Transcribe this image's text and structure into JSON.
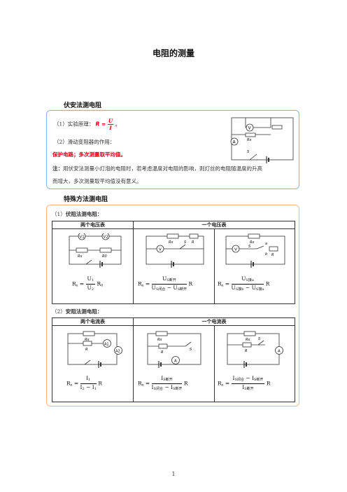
{
  "page": {
    "title": "电阻的测量",
    "number": "1"
  },
  "section1": {
    "title": "伏安法测电阻",
    "principle_label": "（1）实验原理：",
    "principle_formula": {
      "lhs": "R =",
      "num": "U",
      "den": "I",
      "tail": "。"
    },
    "rheostat_label": "（2）滑动变阻器的作用：",
    "rheostat_roles": "保护电路；多次测量取平均值。",
    "note_label": "注：",
    "note_line1": "用伏安法测量小灯泡的电阻时，若考虑温度对电阻的影响，则灯丝的电阻随温度的升高",
    "note_line2": "而增大，多次测量取平均值没有意义。",
    "circuit_labels": {
      "voltmeter": "V",
      "ammeter": "A",
      "resistor": "Rx",
      "switch": "S"
    }
  },
  "section2": {
    "title": "特殊方法测电阻",
    "part1_label": "（1）",
    "part1_title": "伏阻法测电阻：",
    "part1_headers": [
      "两个电压表",
      "一个电压表"
    ],
    "part1_formulas": [
      {
        "lhs": "R",
        "lhs_sub": "x",
        "num": "U",
        "num_sub": "1",
        "den": "U",
        "den_sub": "2",
        "tail": "R",
        "tail_sub": "0"
      },
      {
        "lhs": "R",
        "lhs_sub": "x",
        "num": "U",
        "num_sub": "S断开",
        "den_a": "U",
        "den_a_sub": "S闭合",
        "den_b": "U",
        "den_b_sub": "S断开",
        "tail": "R"
      },
      {
        "lhs": "R",
        "lhs_sub": "x",
        "num": "U",
        "num_sub": "S接a",
        "den_a": "U",
        "den_a_sub": "S接b",
        "den_b": "U",
        "den_b_sub": "S接a",
        "tail": "R"
      }
    ],
    "part2_label": "（2）",
    "part2_title": "安阻法测电阻：",
    "part2_headers": [
      "两个电流表",
      "一个电流表"
    ],
    "part2_formulas": [
      {
        "lhs": "R",
        "lhs_sub": "x",
        "num": "I",
        "num_sub": "1",
        "den_a": "I",
        "den_a_sub": "2",
        "den_b": "I",
        "den_b_sub": "1",
        "tail": "R"
      },
      {
        "lhs": "R",
        "lhs_sub": "x",
        "num": "I",
        "num_sub": "S断开",
        "den_a": "I",
        "den_a_sub": "S闭合",
        "den_b": "I",
        "den_b_sub": "S断开",
        "tail": "R"
      },
      {
        "lhs": "R",
        "lhs_sub": "x",
        "num_a": "I",
        "num_a_sub": "S闭合",
        "num_b": "I",
        "num_b_sub": "S断开",
        "den": "I",
        "den_sub": "S断开",
        "tail": "R"
      }
    ],
    "circuit_labels": {
      "v1": "V1",
      "v2": "V2",
      "rx": "Rx",
      "r0": "R0",
      "r": "R",
      "s": "S",
      "a": "a",
      "b": "b",
      "a1": "A1",
      "a2": "A2",
      "v": "V",
      "am": "A"
    }
  }
}
